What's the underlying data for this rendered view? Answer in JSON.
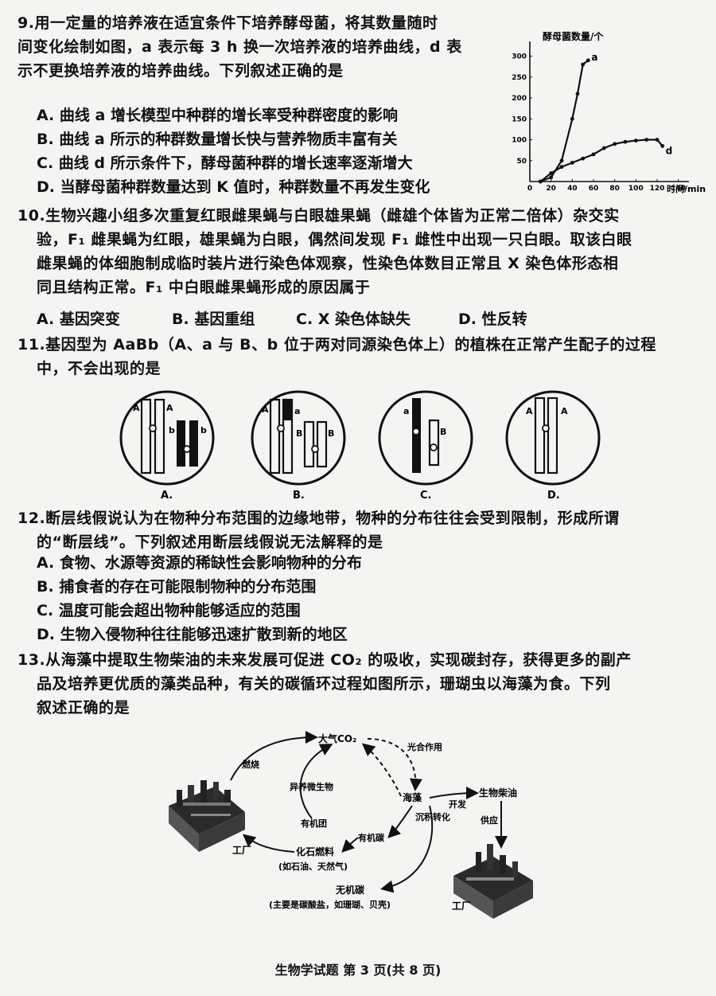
{
  "q9": {
    "lines": [
      "9.用一定量的培养液在适宜条件下培养酵母菌，将其数量随时",
      "间变化绘制如图，a 表示每 3 h 换一次培养液的培养曲线，d 表",
      "示不更换培养液的培养曲线。下列叙述正确的是"
    ],
    "options": [
      "A. 曲线 a 增长模型中种群的增长率受种群密度的影响",
      "B. 曲线 a 所示的种群数量增长快与营养物质丰富有关",
      "C. 曲线 d 所示条件下，酵母菌种群的增长速率逐渐增大",
      "D. 当酵母菌种群数量达到 K 值时，种群数量不再发生变化"
    ]
  },
  "chart_data": {
    "type": "line",
    "ylabel": "酵母菌数量/个",
    "xlabel": "时间/min",
    "x_ticks": [
      "0",
      "20",
      "40",
      "60",
      "80",
      "100",
      "120",
      "140"
    ],
    "y_ticks": [
      "50",
      "100",
      "150",
      "200",
      "250",
      "300"
    ],
    "xlim": [
      0,
      150
    ],
    "ylim": [
      0,
      320
    ],
    "series": [
      {
        "name": "a",
        "x": [
          10,
          20,
          30,
          40,
          45,
          50,
          55
        ],
        "y": [
          0,
          10,
          50,
          150,
          210,
          280,
          290
        ]
      },
      {
        "name": "d",
        "x": [
          10,
          20,
          30,
          40,
          50,
          60,
          70,
          80,
          90,
          100,
          110,
          120,
          125
        ],
        "y": [
          0,
          20,
          35,
          45,
          55,
          65,
          80,
          90,
          95,
          98,
          100,
          100,
          85
        ]
      }
    ]
  },
  "q10": {
    "lines": [
      "10.生物兴趣小组多次重复红眼雌果蝇与白眼雄果蝇（雌雄个体皆为正常二倍体）杂交实",
      "验，F₁ 雌果蝇为红眼，雄果蝇为白眼，偶然间发现 F₁ 雌性中出现一只白眼。取该白眼",
      "雌果蝇的体细胞制成临时装片进行染色体观察，性染色体数目正常且 X 染色体形态相",
      "同且结构正常。F₁ 中白眼雌果蝇形成的原因属于"
    ],
    "options": [
      "A. 基因突变",
      "B. 基因重组",
      "C. X 染色体缺失",
      "D. 性反转"
    ]
  },
  "q11": {
    "lines": [
      "11.基因型为 AaBb（A、a 与 B、b 位于两对同源染色体上）的植株在正常产生配子的过程",
      "中，不会出现的是"
    ],
    "cells": [
      {
        "label": "A.",
        "genes": [
          "A",
          "A",
          "b",
          "b"
        ]
      },
      {
        "label": "B.",
        "genes": [
          "A",
          "a",
          "B",
          "B"
        ]
      },
      {
        "label": "C.",
        "genes": [
          "a",
          "B"
        ]
      },
      {
        "label": "D.",
        "genes": [
          "A",
          "A"
        ]
      }
    ]
  },
  "q12": {
    "lines": [
      "12.断层线假说认为在物种分布范围的边缘地带，物种的分布往往会受到限制，形成所谓",
      "的“断层线”。下列叙述用断层线假说无法解释的是"
    ],
    "options": [
      "A. 食物、水源等资源的稀缺性会影响物种的分布",
      "B. 捕食者的存在可能限制物种的分布范围",
      "C. 温度可能会超出物种能够适应的范围",
      "D. 生物入侵物种往往能够迅速扩散到新的地区"
    ]
  },
  "q13": {
    "lines": [
      "13.从海藻中提取生物柴油的未来发展可促进 CO₂ 的吸收，实现碳封存，获得更多的副产",
      "品及培养更优质的藻类品种，有关的碳循环过程如图所示，珊瑚虫以海藻为食。下列",
      "叙述正确的是"
    ],
    "diagram": {
      "atmosphere": "大气CO₂",
      "photosynthesis": "光合作用",
      "combustion": "燃烧",
      "heterotrophs": "异养微生物",
      "algae": "海藻",
      "develop": "开发",
      "biodiesel": "生物柴油",
      "supply": "供应",
      "organic_group": "有机团",
      "organic_carbon": "有机碳",
      "sediment": "沉积转化",
      "fossil_fuel": "化石燃料",
      "fossil_examples": "(如石油、天然气)",
      "inorganic_carbon": "无机碳",
      "inorganic_examples": "(主要是碳酸盐，如珊瑚、贝壳)",
      "factory_left": "工厂",
      "factory_right": "工厂"
    }
  },
  "footer": "生物学试题 第 3 页(共 8 页)"
}
